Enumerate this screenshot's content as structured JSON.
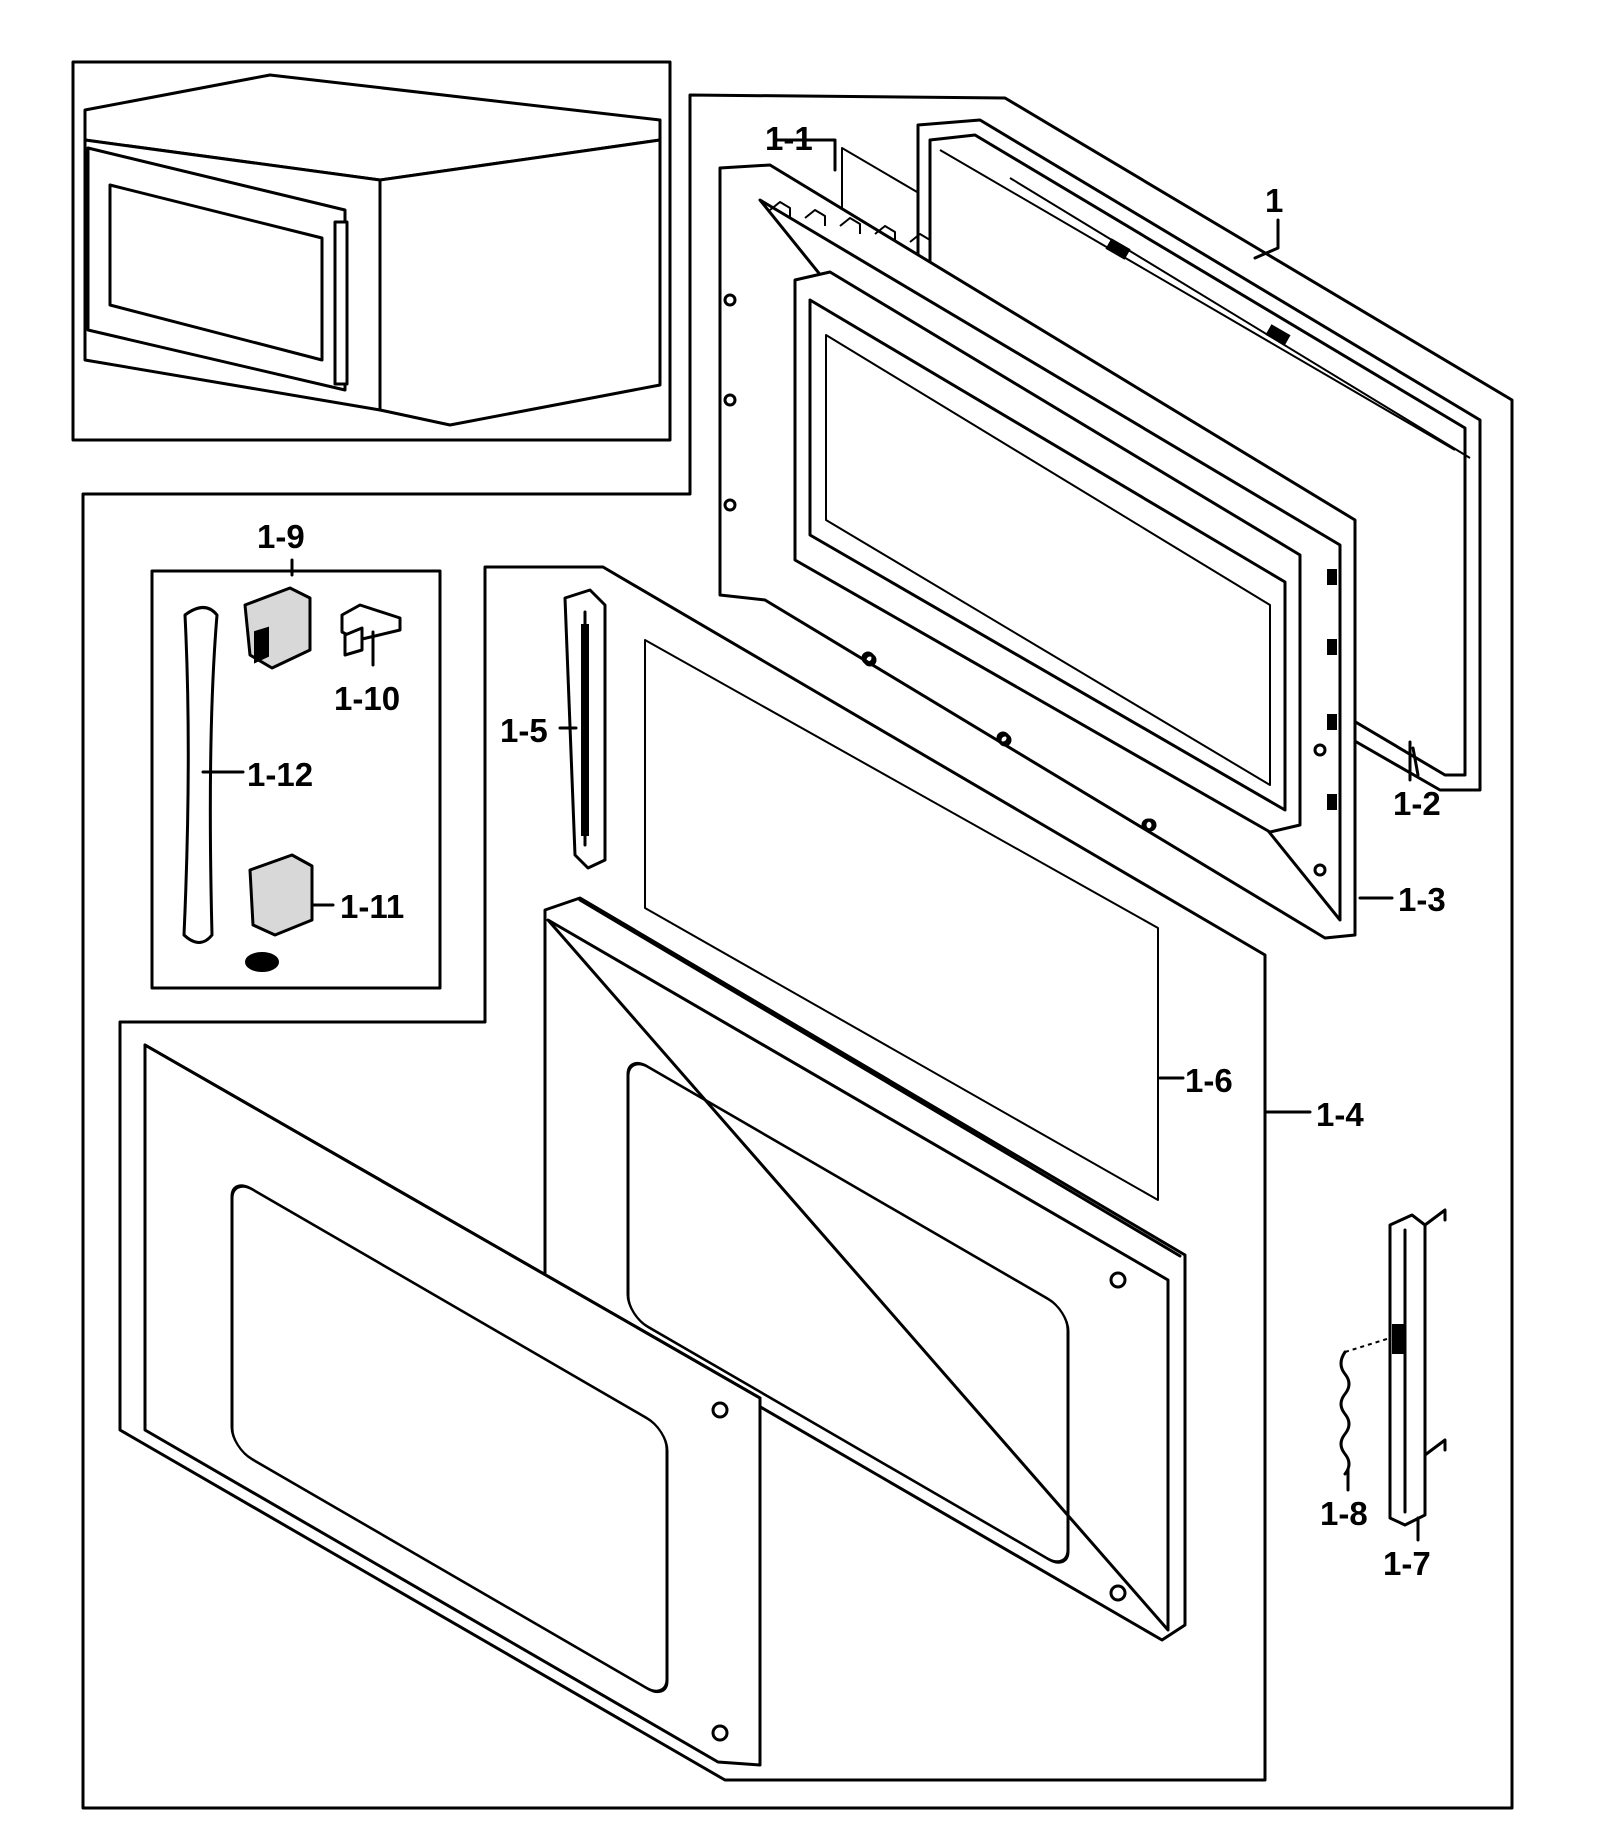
{
  "labels": {
    "p1": "1",
    "p1_1": "1-1",
    "p1_2": "1-2",
    "p1_3": "1-3",
    "p1_4": "1-4",
    "p1_5": "1-5",
    "p1_6": "1-6",
    "p1_7": "1-7",
    "p1_8": "1-8",
    "p1_9": "1-9",
    "p1_10": "1-10",
    "p1_11": "1-11",
    "p1_12": "1-12"
  }
}
